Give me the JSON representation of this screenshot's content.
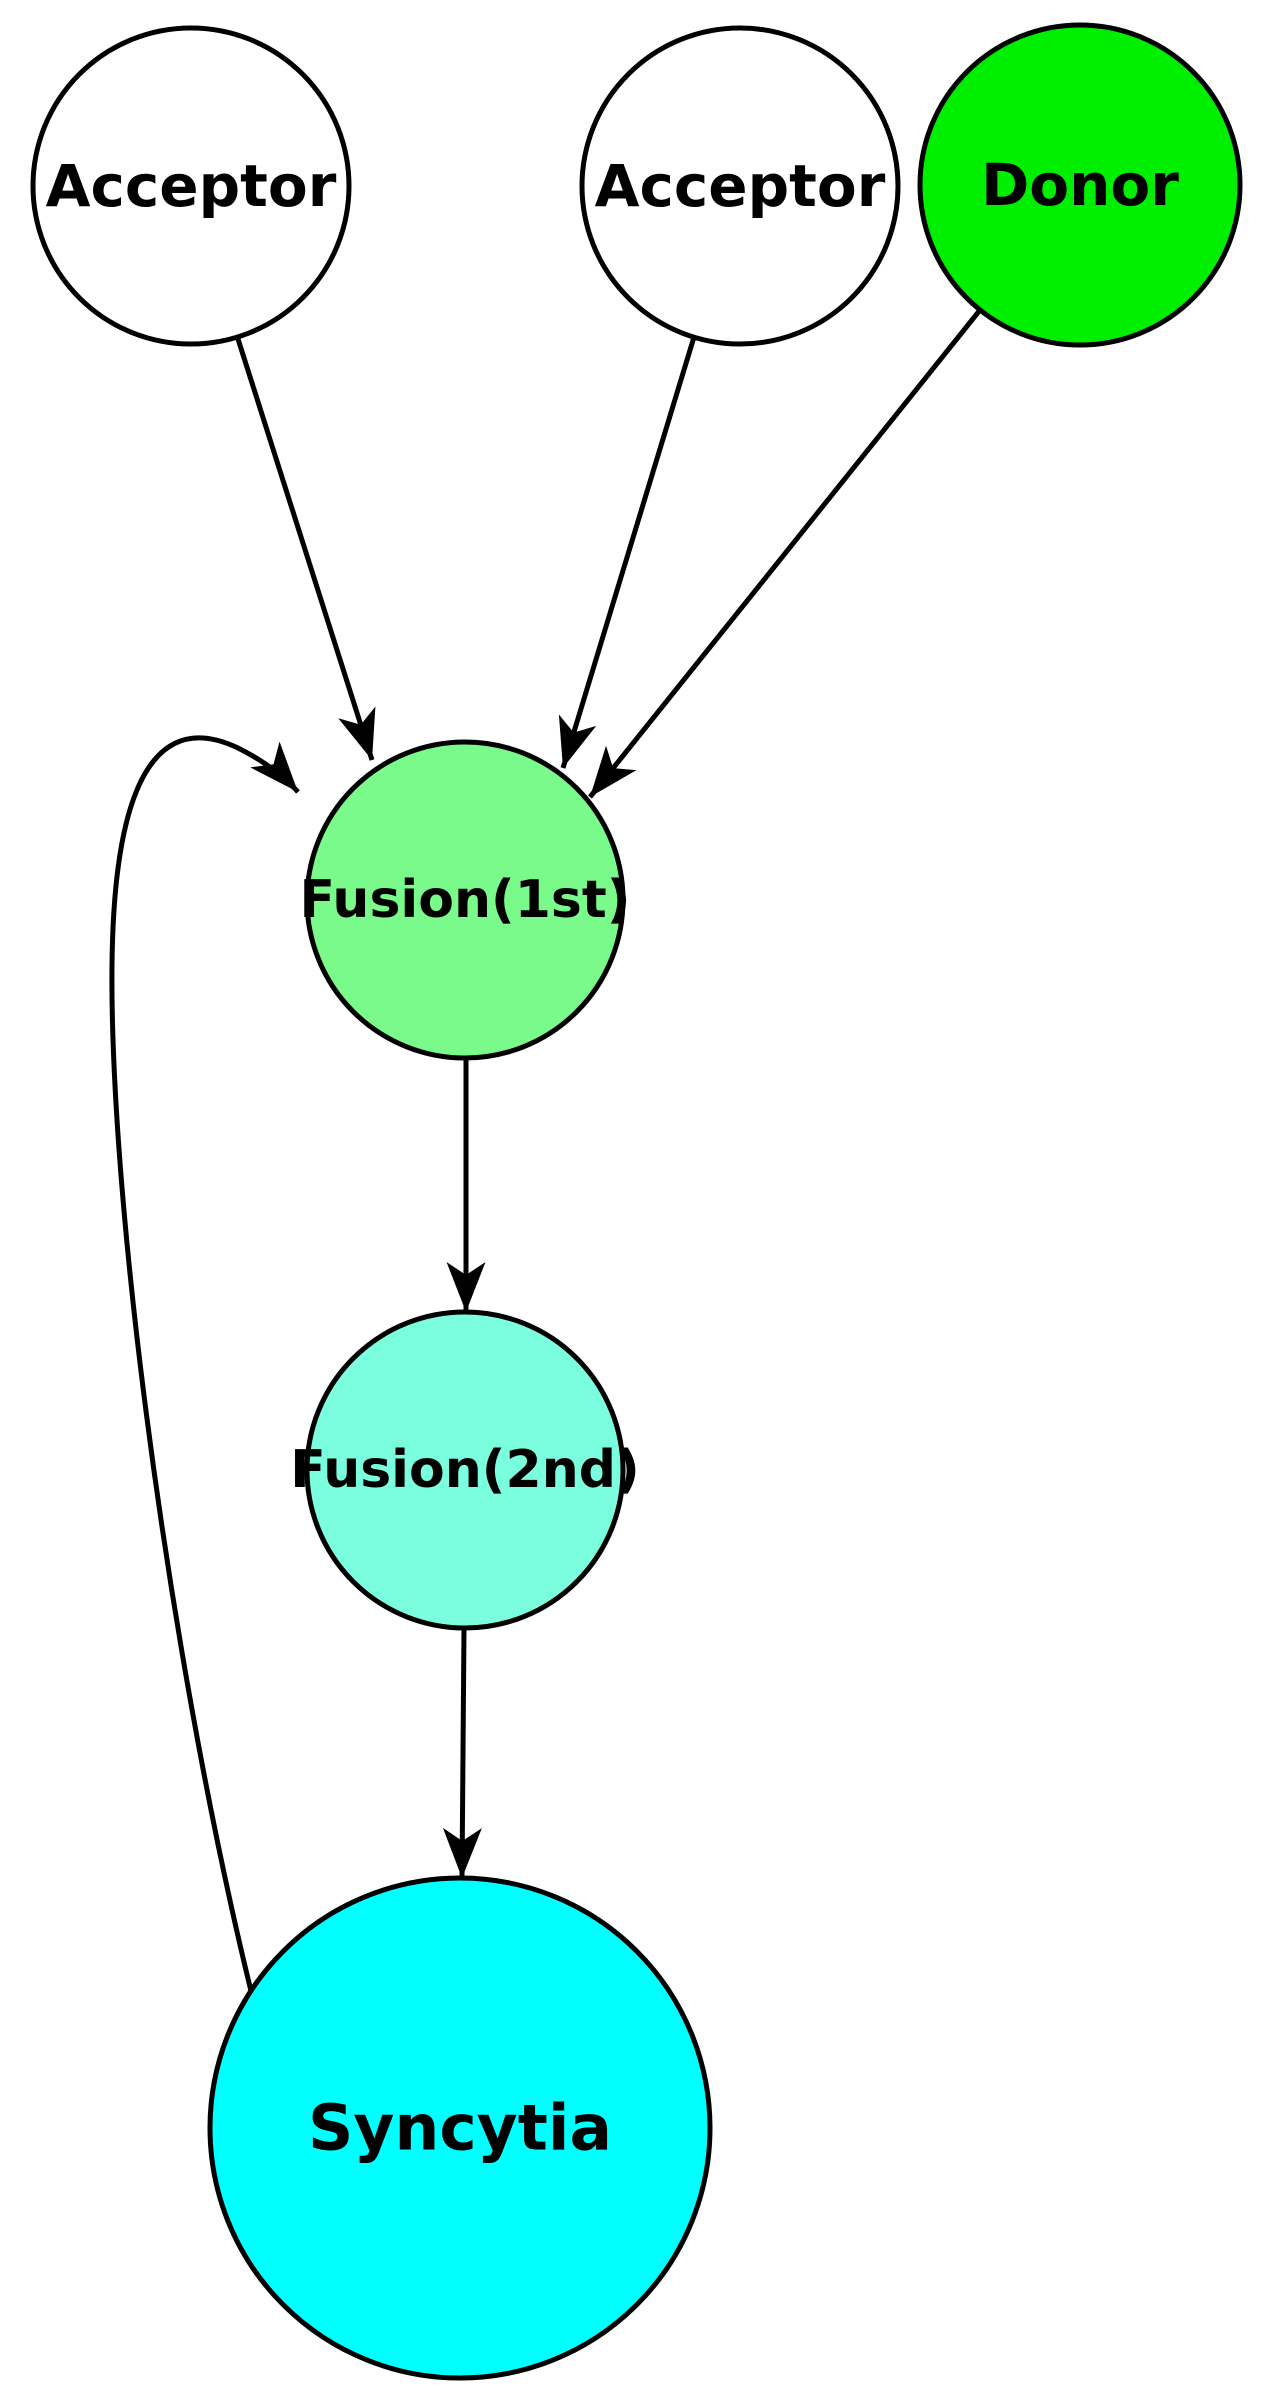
{
  "diagram": {
    "background_color": "#ffffff",
    "line_color": "#000000",
    "node_border_color": "#000000",
    "label_color": "#000000",
    "nodes": [
      {
        "id": "acceptor1",
        "label": "Acceptor",
        "fill": "#ffffff"
      },
      {
        "id": "acceptor2",
        "label": "Acceptor",
        "fill": "#ffffff"
      },
      {
        "id": "donor",
        "label": "Donor",
        "fill": "#00ee00"
      },
      {
        "id": "fusion1",
        "label": "Fusion(1st)",
        "fill": "#79fa8a"
      },
      {
        "id": "fusion2",
        "label": "Fusion(2nd)",
        "fill": "#7bfede"
      },
      {
        "id": "syncytia",
        "label": "Syncytia",
        "fill": "#00ffff"
      }
    ],
    "edges": [
      {
        "from": "acceptor1",
        "to": "fusion1"
      },
      {
        "from": "acceptor2",
        "to": "fusion1"
      },
      {
        "from": "donor",
        "to": "fusion1"
      },
      {
        "from": "fusion1",
        "to": "fusion2"
      },
      {
        "from": "fusion2",
        "to": "syncytia"
      },
      {
        "from": "syncytia",
        "to": "fusion1"
      }
    ]
  }
}
